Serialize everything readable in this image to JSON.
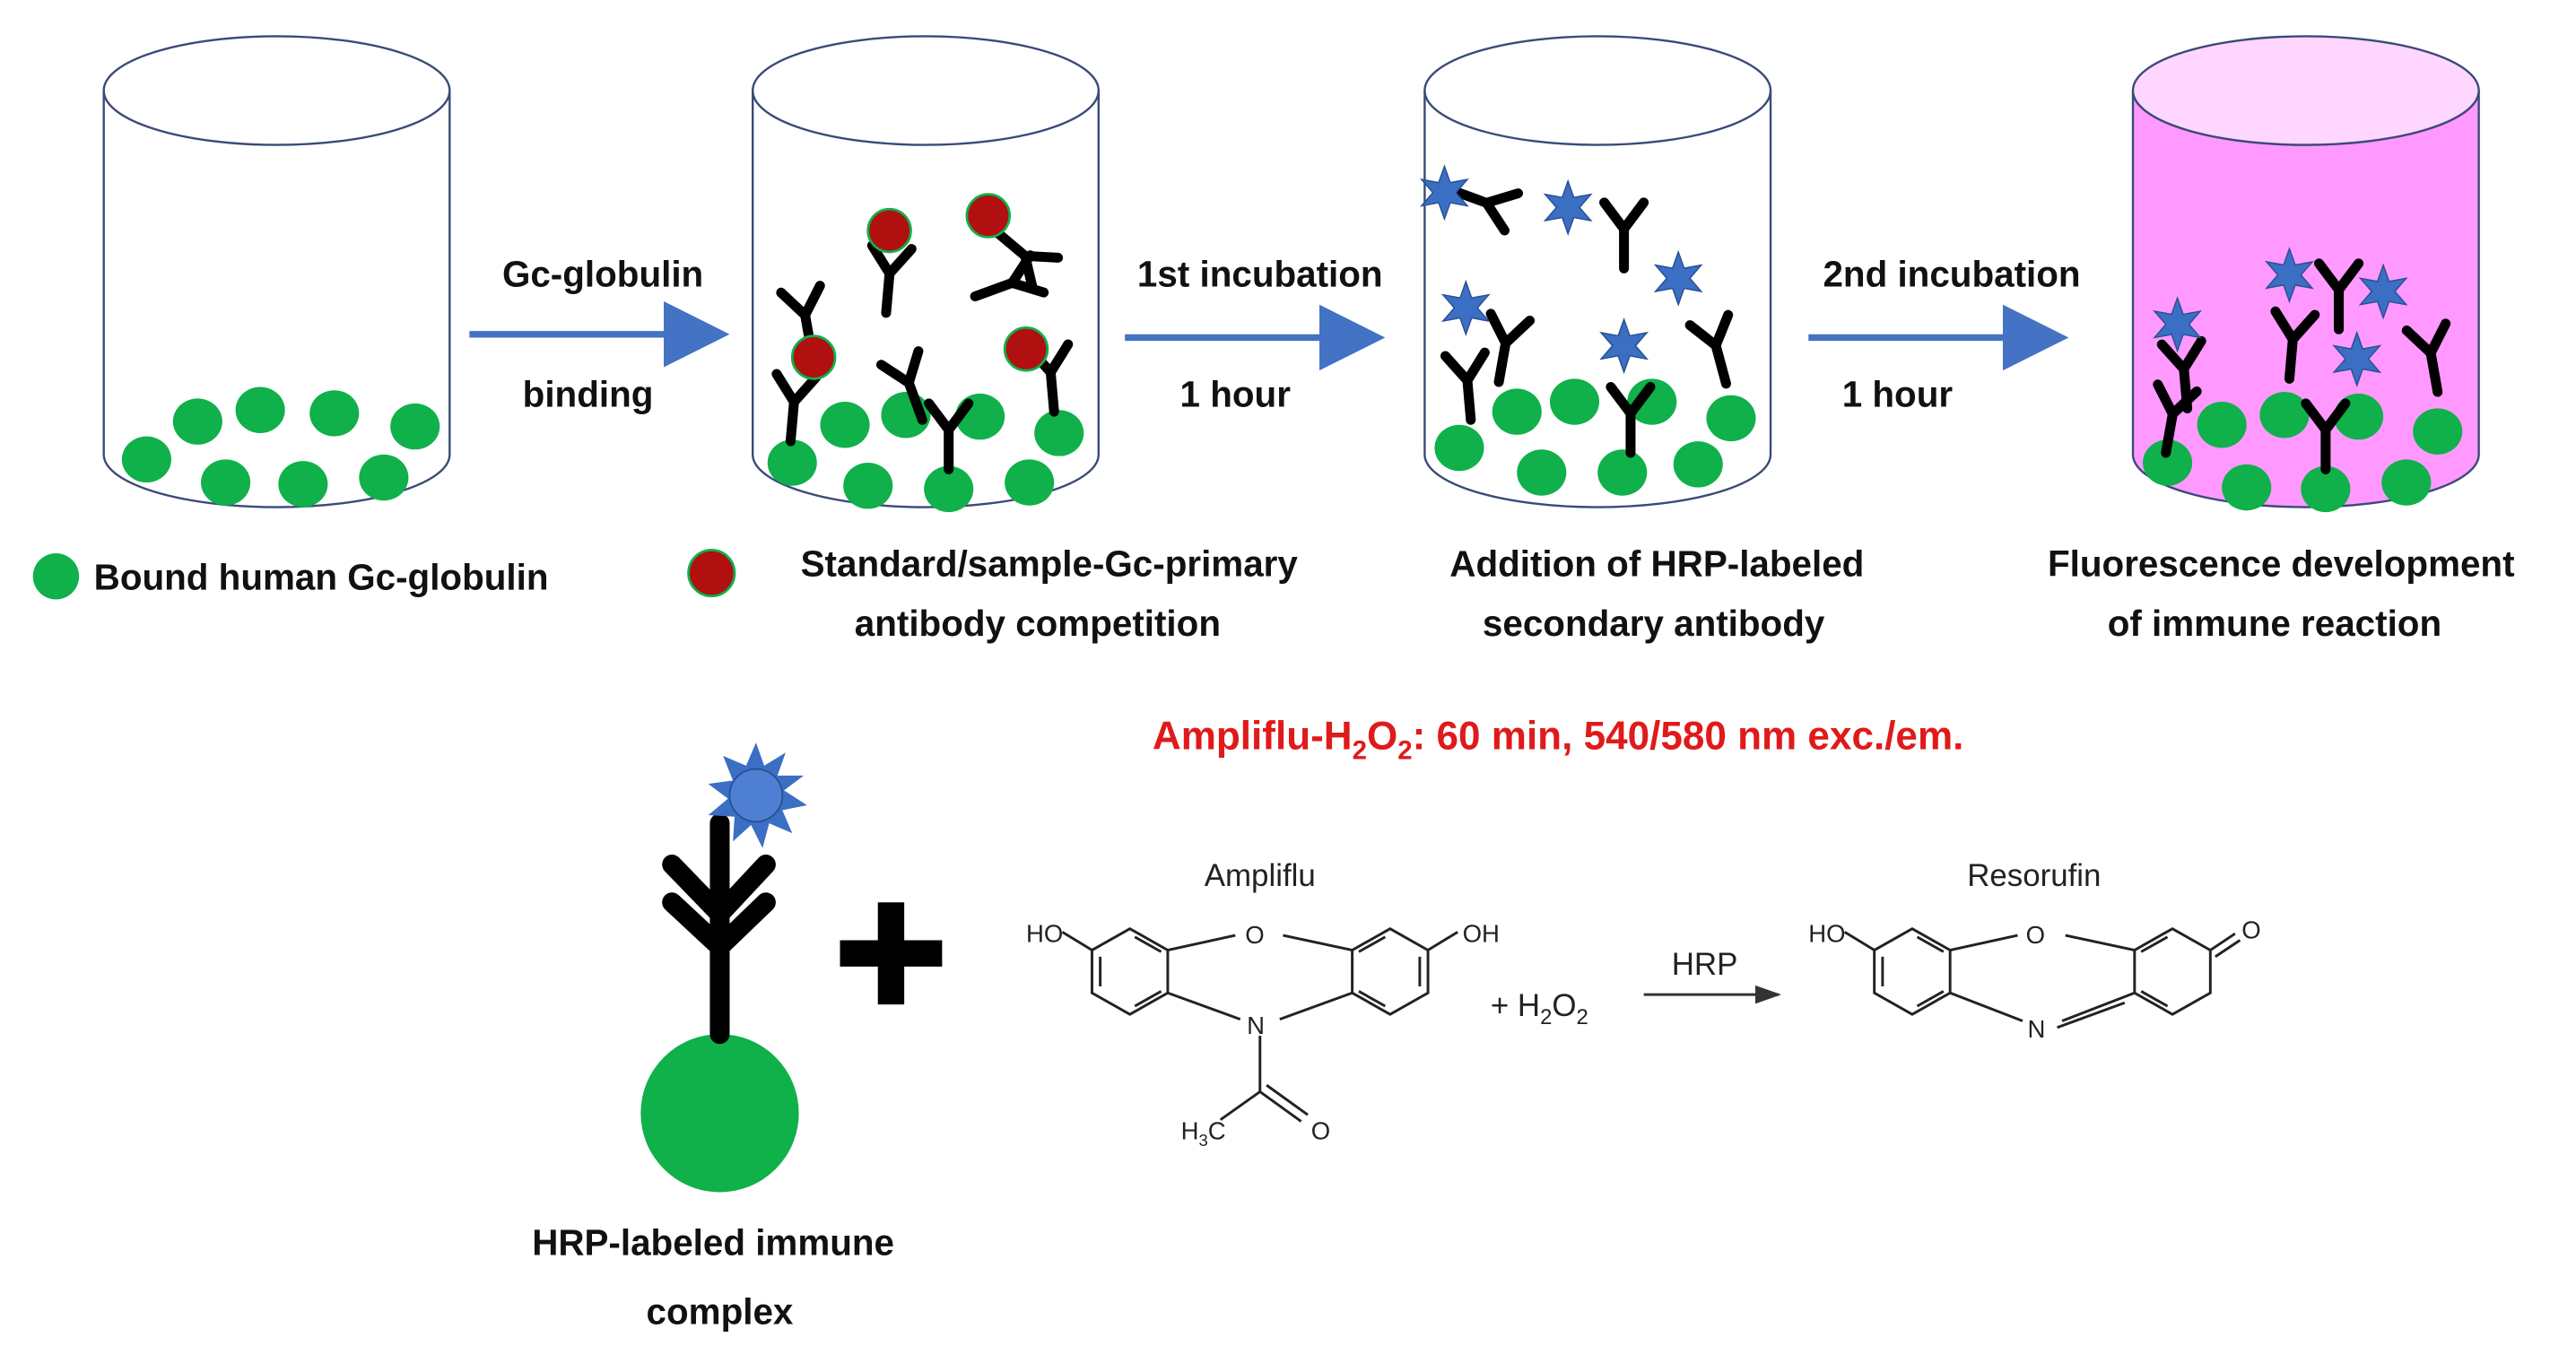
{
  "arrows": [
    {
      "top": "Gc-globulin",
      "bottom": "binding"
    },
    {
      "top": "1st incubation",
      "bottom": "1 hour"
    },
    {
      "top": "2nd incubation",
      "bottom": "1 hour"
    }
  ],
  "legend": {
    "bound": "Bound human Gc-globulin",
    "competition_line1": "Standard/sample-Gc-primary",
    "competition_line2": "antibody competition"
  },
  "steps": [
    {
      "line1": "Addition of HRP-labeled",
      "line2": "secondary antibody"
    },
    {
      "line1": "Fluorescence development",
      "line2": "of immune reaction"
    }
  ],
  "condition": {
    "prefix": "Ampliflu-H",
    "sub1": "2",
    "mid": "O",
    "sub2": "2",
    "suffix": ": 60 min, 540/580 nm exc./em."
  },
  "complex": {
    "line1": "HRP-labeled immune",
    "line2": "complex"
  },
  "reaction": {
    "reactant_name": "Ampliflu",
    "product_name": "Resorufin",
    "enzyme": "HRP",
    "plus_h2o2": "+ H",
    "h2o2_sub1": "2",
    "h2o2_o": "O",
    "h2o2_sub2": "2",
    "ho": "HO",
    "oh": "OH",
    "o_ring": "O",
    "n_ring": "N",
    "o_ketone": "O",
    "acetyl_h3c": "H",
    "acetyl_sub": "3",
    "acetyl_c": "C",
    "acetyl_o": "O"
  },
  "colors": {
    "bead_green": "#10b04a",
    "bead_red": "#b01010",
    "hrp_star": "#3a6fc4",
    "arrow_blue": "#4472c4",
    "fluorescence_pink": "#ff99ff",
    "label_red": "#e01a1a"
  }
}
